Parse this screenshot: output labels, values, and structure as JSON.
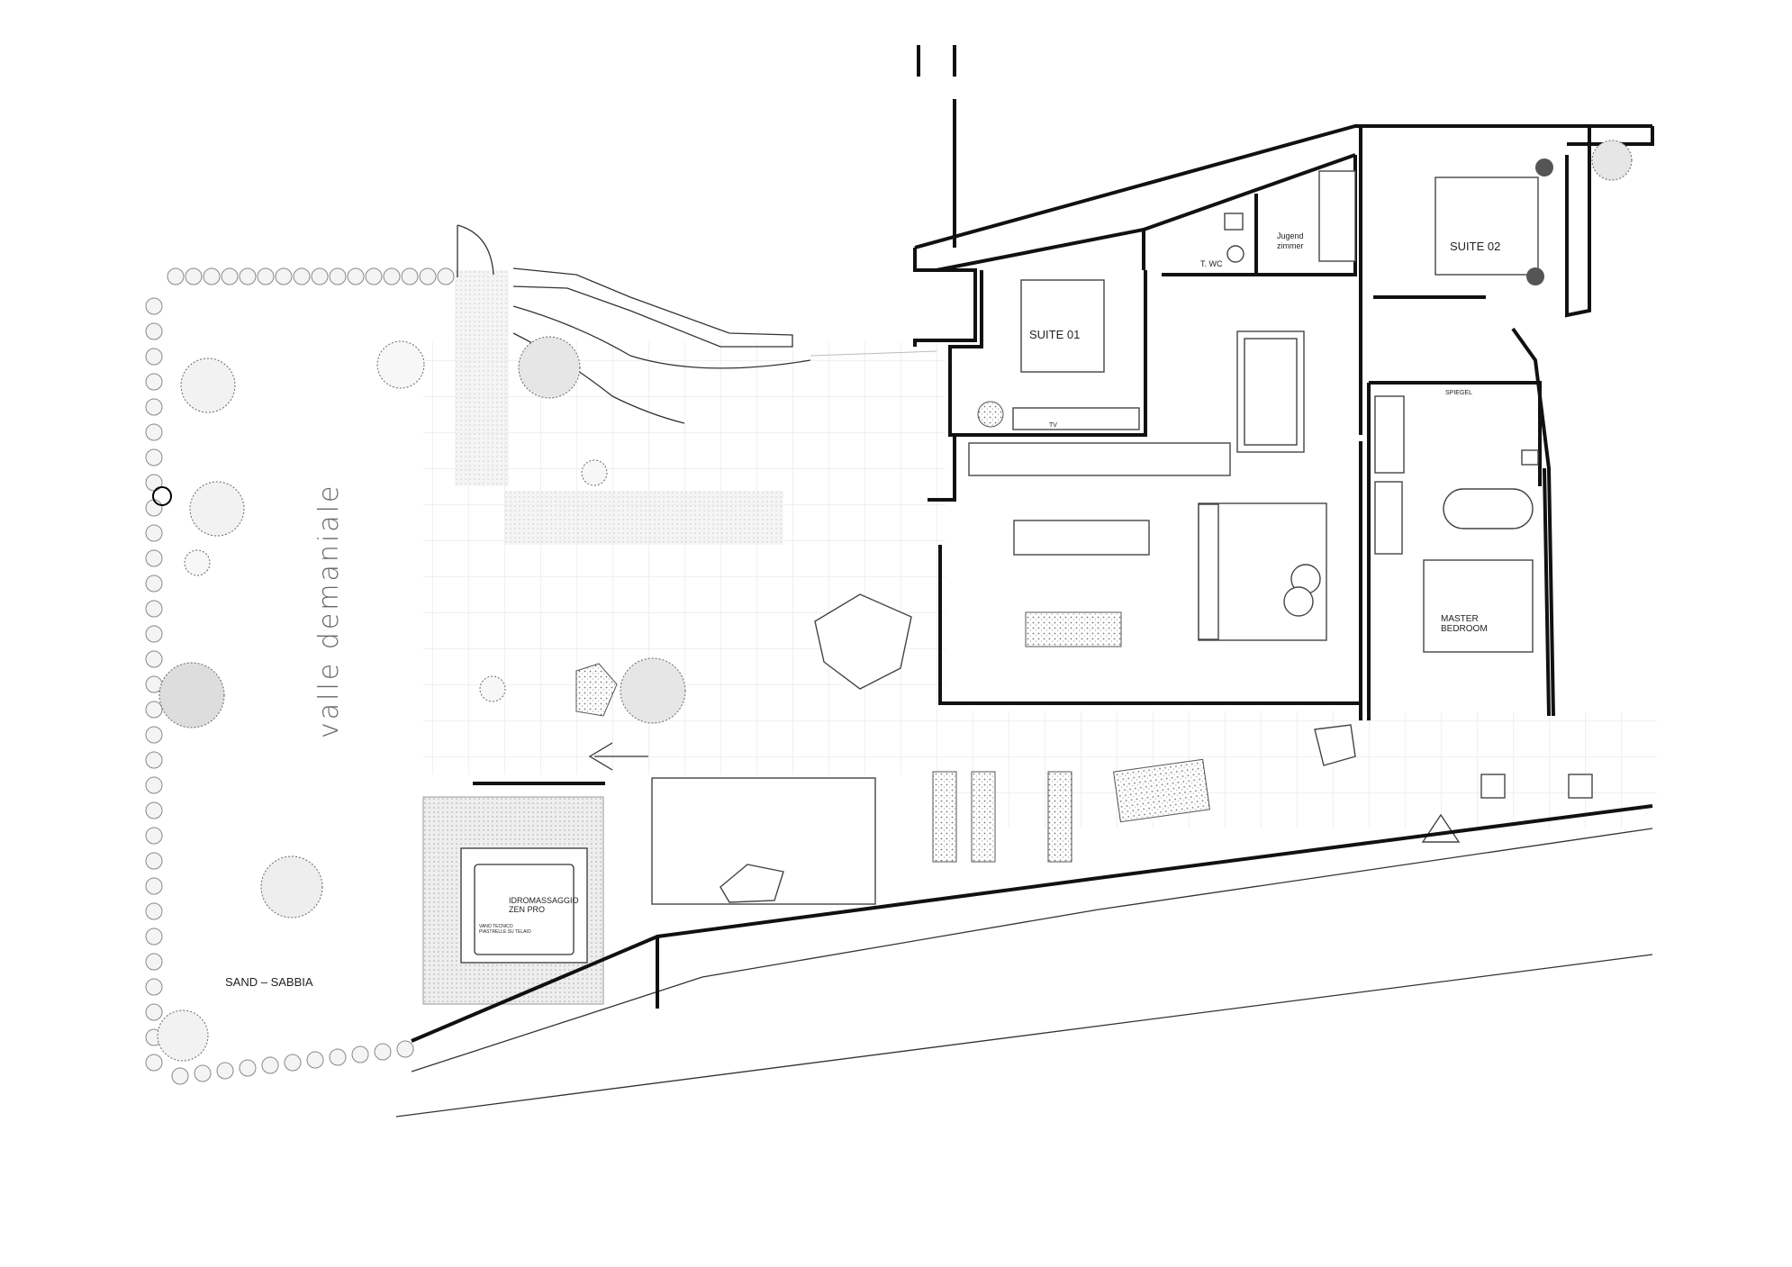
{
  "plan": {
    "site_label": "valle demaniale",
    "sand_label": "SAND  –  SABBIA",
    "rooms": {
      "suite_01": "SUITE  01",
      "suite_02": "SUITE  02",
      "toilet": "T.  WC",
      "youth_room_line1": "Jugend",
      "youth_room_line2": "zimmer",
      "master_line1": "MASTER",
      "master_line2": "BEDROOM",
      "tv": "TV",
      "mirror": "SPIEGEL"
    },
    "jacuzzi": {
      "line1": "IDROMASSAGGIO",
      "line2": "ZEN  PRO",
      "note1": "VANO TECNICO",
      "note2": "PIASTRELLE SU TELAIO"
    }
  }
}
